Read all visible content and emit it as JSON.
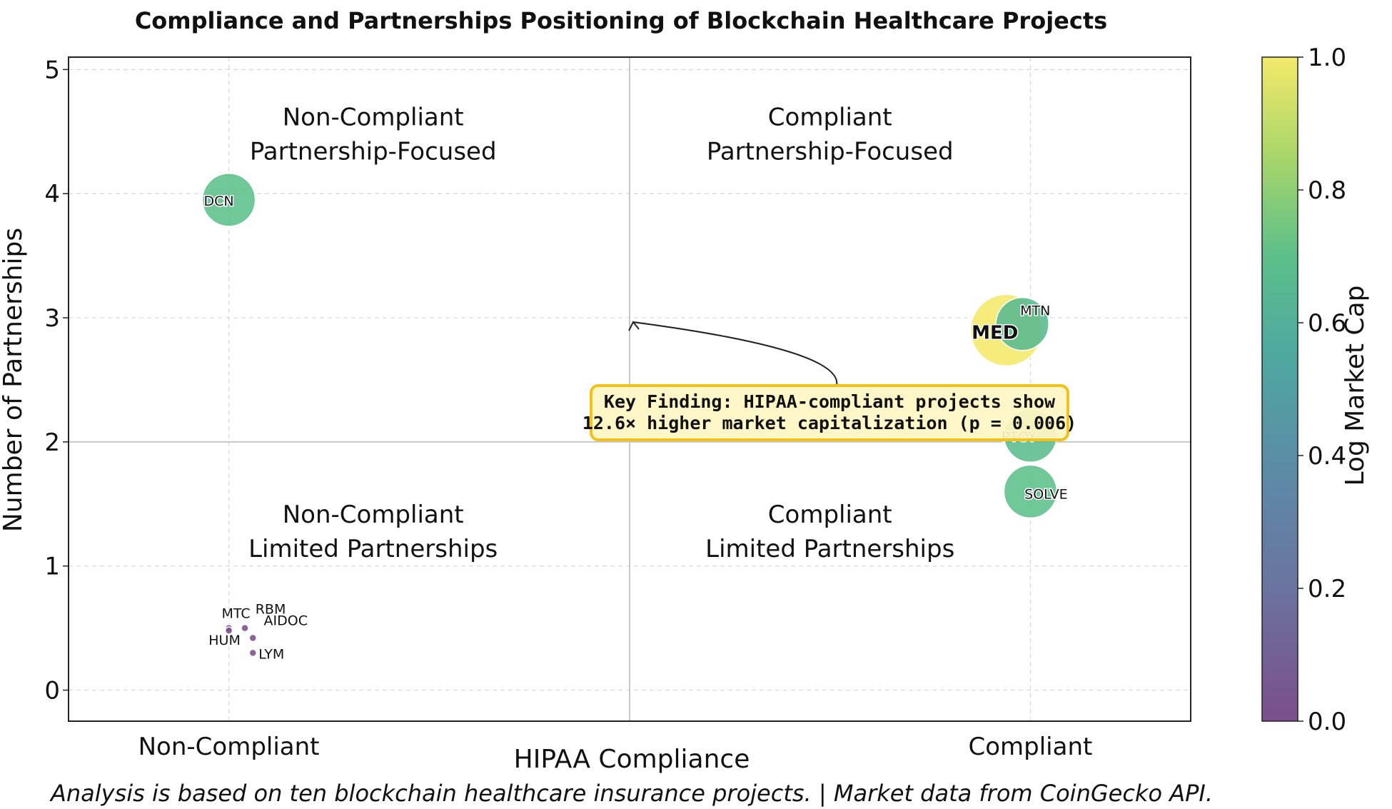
{
  "chart_data": {
    "type": "scatter",
    "title": "Compliance and Partnerships Positioning of Blockchain Healthcare Projects",
    "xlabel": "HIPAA Compliance",
    "ylabel": "Number of Partnerships",
    "x_categories": [
      "Non-Compliant",
      "Compliant"
    ],
    "xlim": [
      -0.2,
      1.2
    ],
    "ylim": [
      -0.25,
      5.1
    ],
    "y_ticks": [
      "0",
      "1",
      "2",
      "3",
      "4",
      "5"
    ],
    "grid": true,
    "quadrant_labels": {
      "top_left": [
        "Non-Compliant",
        "Partnership-Focused"
      ],
      "top_right": [
        "Compliant",
        "Partnership-Focused"
      ],
      "bottom_left": [
        "Non-Compliant",
        "Limited Partnerships"
      ],
      "bottom_right": [
        "Compliant",
        "Limited Partnerships"
      ]
    },
    "colorbar": {
      "label": "Log Market Cap",
      "range": [
        0.0,
        1.0
      ],
      "ticks": [
        "0.0",
        "0.2",
        "0.4",
        "0.6",
        "0.8",
        "1.0"
      ],
      "colormap": "viridis"
    },
    "points": [
      {
        "label": "DCN",
        "x": 0.0,
        "y": 3.95,
        "color_value": 0.7
      },
      {
        "label": "MED",
        "x": 0.97,
        "y": 2.9,
        "color_value": 1.0
      },
      {
        "label": "MTN",
        "x": 0.99,
        "y": 2.95,
        "color_value": 0.66
      },
      {
        "label": "PTOY",
        "x": 1.0,
        "y": 2.05,
        "color_value": 0.69
      },
      {
        "label": "SOLVE",
        "x": 1.0,
        "y": 1.6,
        "color_value": 0.7
      },
      {
        "label": "MTC",
        "x": 0.0,
        "y": 0.5,
        "color_value": 0.0
      },
      {
        "label": "RBM",
        "x": 0.02,
        "y": 0.5,
        "color_value": 0.0
      },
      {
        "label": "HUM",
        "x": 0.0,
        "y": 0.48,
        "color_value": 0.0
      },
      {
        "label": "AIDOC",
        "x": 0.03,
        "y": 0.42,
        "color_value": 0.0
      },
      {
        "label": "LYM",
        "x": 0.03,
        "y": 0.3,
        "color_value": 0.0
      }
    ],
    "annotation": {
      "lines": [
        "Key Finding: HIPAA-compliant projects show",
        "12.6× higher market capitalization (p = 0.006)"
      ],
      "arrow_target": [
        0.5,
        3.0
      ]
    },
    "footer": "Analysis is based on ten blockchain healthcare insurance projects. | Market data from CoinGecko API."
  }
}
